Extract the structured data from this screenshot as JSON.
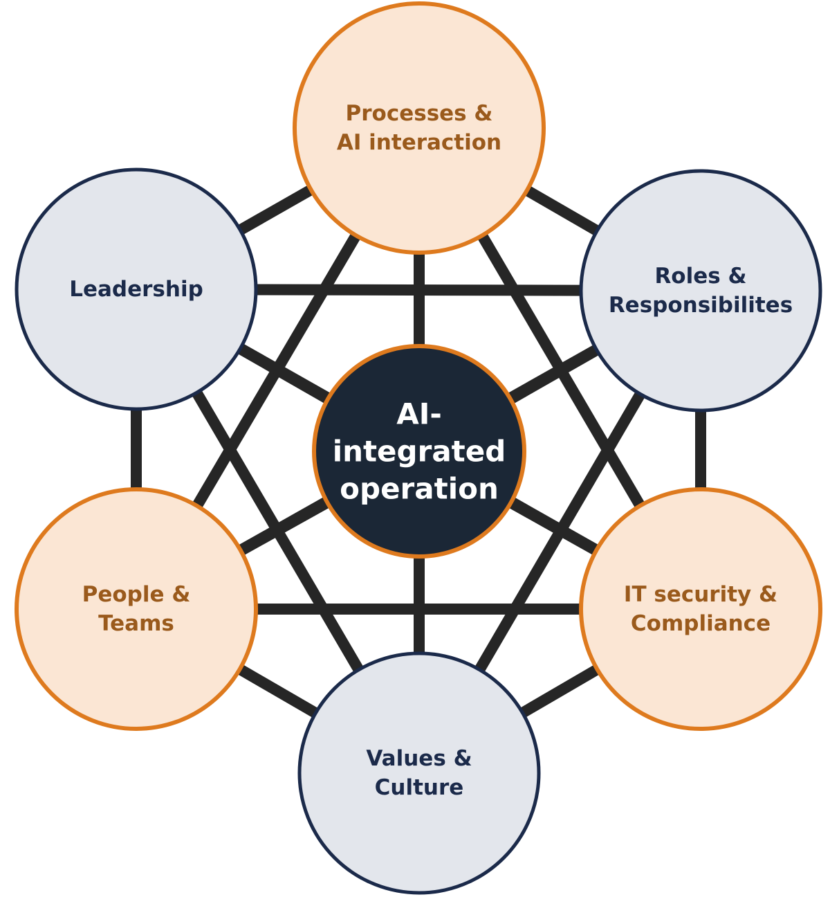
{
  "colors": {
    "connector": "#262626",
    "orange_fill": "#fbe6d4",
    "orange_stroke": "#de7a1e",
    "orange_text": "#9a5a1c",
    "gray_fill": "#e3e6ec",
    "gray_stroke": "#1b2a4a",
    "gray_text": "#1b2a4a",
    "center_fill": "#1b2736",
    "center_stroke": "#de7a1e",
    "center_text": "#ffffff"
  },
  "center": {
    "lines": [
      "AI-",
      "integrated",
      "operation"
    ]
  },
  "nodes": [
    {
      "id": "processes",
      "style": "orange",
      "lines": [
        "Processes &",
        "AI interaction"
      ]
    },
    {
      "id": "roles",
      "style": "gray",
      "lines": [
        "Roles &",
        "Responsibilites"
      ]
    },
    {
      "id": "it-security",
      "style": "orange",
      "lines": [
        "IT security &",
        "Compliance"
      ]
    },
    {
      "id": "values",
      "style": "gray",
      "lines": [
        "Values &",
        "Culture"
      ]
    },
    {
      "id": "people",
      "style": "orange",
      "lines": [
        "People &",
        "Teams"
      ]
    },
    {
      "id": "leadership",
      "style": "gray",
      "lines": [
        "Leadership"
      ]
    }
  ]
}
